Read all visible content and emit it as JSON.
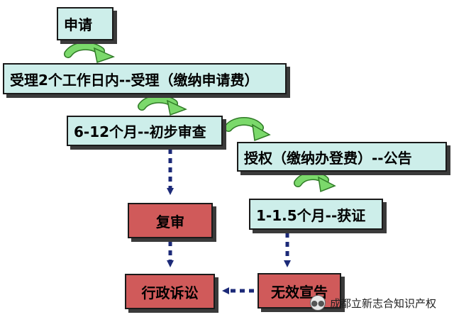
{
  "diagram": {
    "nodes": {
      "apply": "申请",
      "accept": "受理2个工作日内--受理（缴纳申请费）",
      "prelim": "6-12个月--初步审查",
      "grant": "授权（缴纳办登费）--公告",
      "review": "复审",
      "cert": "1-1.5个月--获证",
      "lawsuit": "行政诉讼",
      "invalid": "无效宣告"
    },
    "edges": [
      {
        "from": "apply",
        "to": "accept",
        "style": "green-curved"
      },
      {
        "from": "accept",
        "to": "prelim",
        "style": "green-curved"
      },
      {
        "from": "prelim",
        "to": "grant",
        "style": "green-curved"
      },
      {
        "from": "grant",
        "to": "cert",
        "style": "green-curved"
      },
      {
        "from": "prelim",
        "to": "review",
        "style": "dashed"
      },
      {
        "from": "review",
        "to": "lawsuit",
        "style": "dashed"
      },
      {
        "from": "cert",
        "to": "invalid",
        "style": "dashed"
      },
      {
        "from": "invalid",
        "to": "lawsuit",
        "style": "dashed"
      }
    ],
    "colors": {
      "box_fill": "#cdeeea",
      "alt_box_fill": "#d05a5a",
      "curved_arrow": "#7bd96b",
      "dashed_arrow": "#1c2a78"
    }
  },
  "watermark": {
    "text": "成都立新志合知识产权",
    "icon": "wechat-icon"
  }
}
